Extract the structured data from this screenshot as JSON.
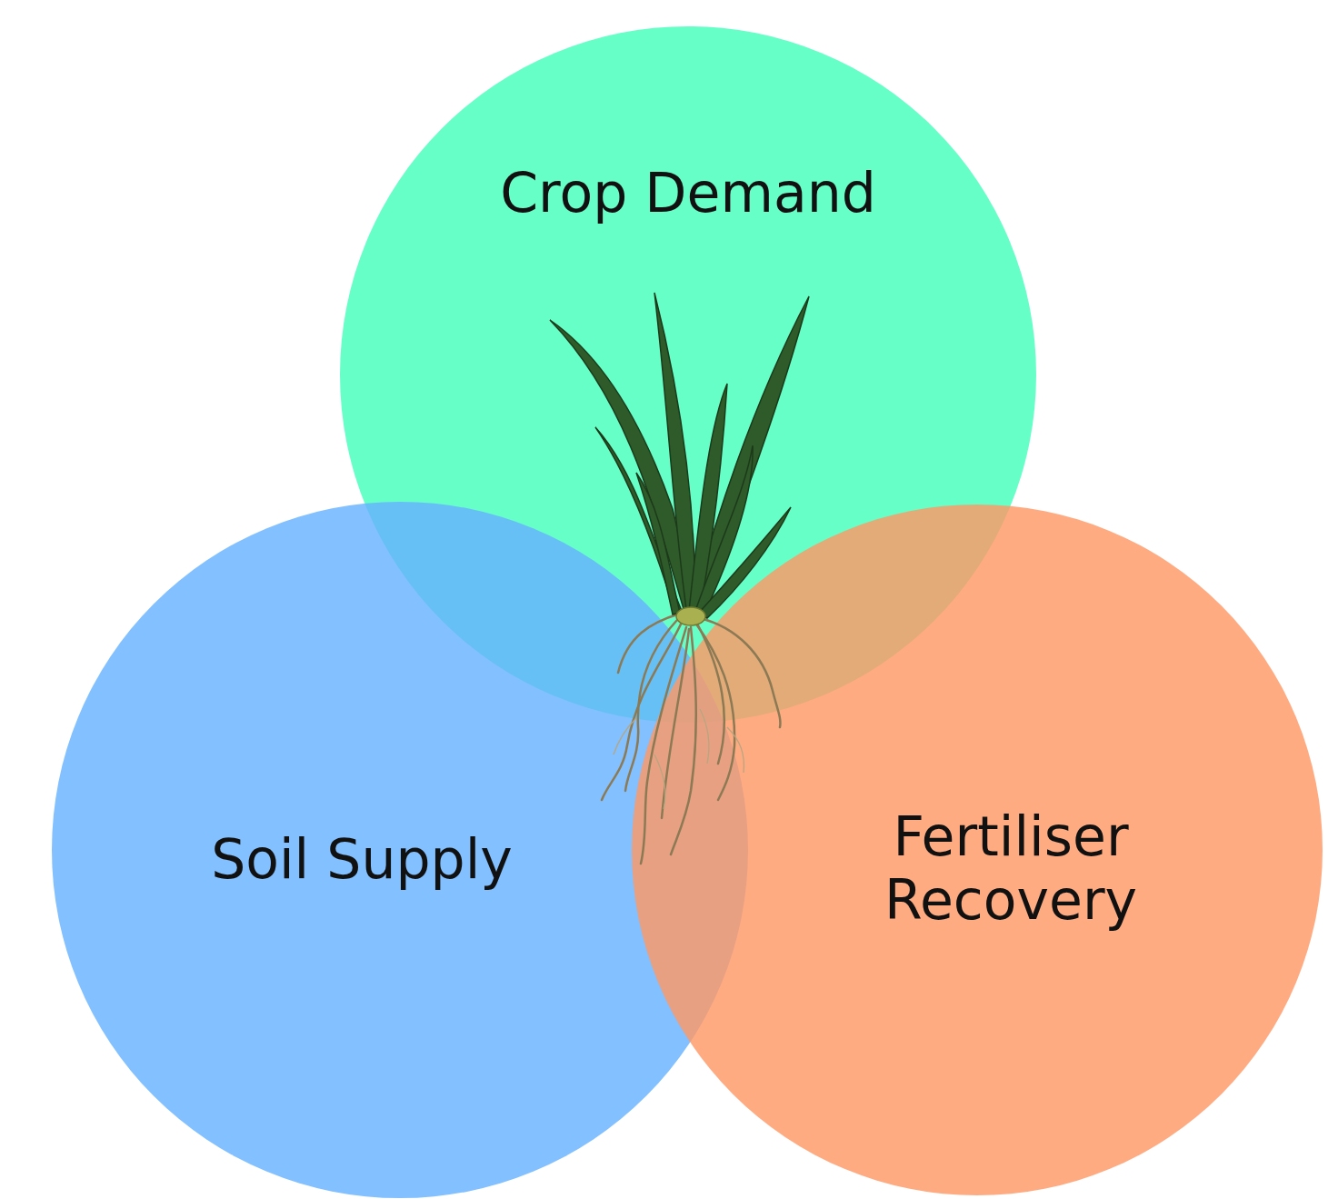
{
  "diagram": {
    "nodes": [
      {
        "text": [
          "Crop Demand"
        ]
      },
      {
        "text": [
          "Soil Supply"
        ]
      },
      {
        "text": [
          "Fertiliser Recovery"
        ]
      }
    ]
  }
}
